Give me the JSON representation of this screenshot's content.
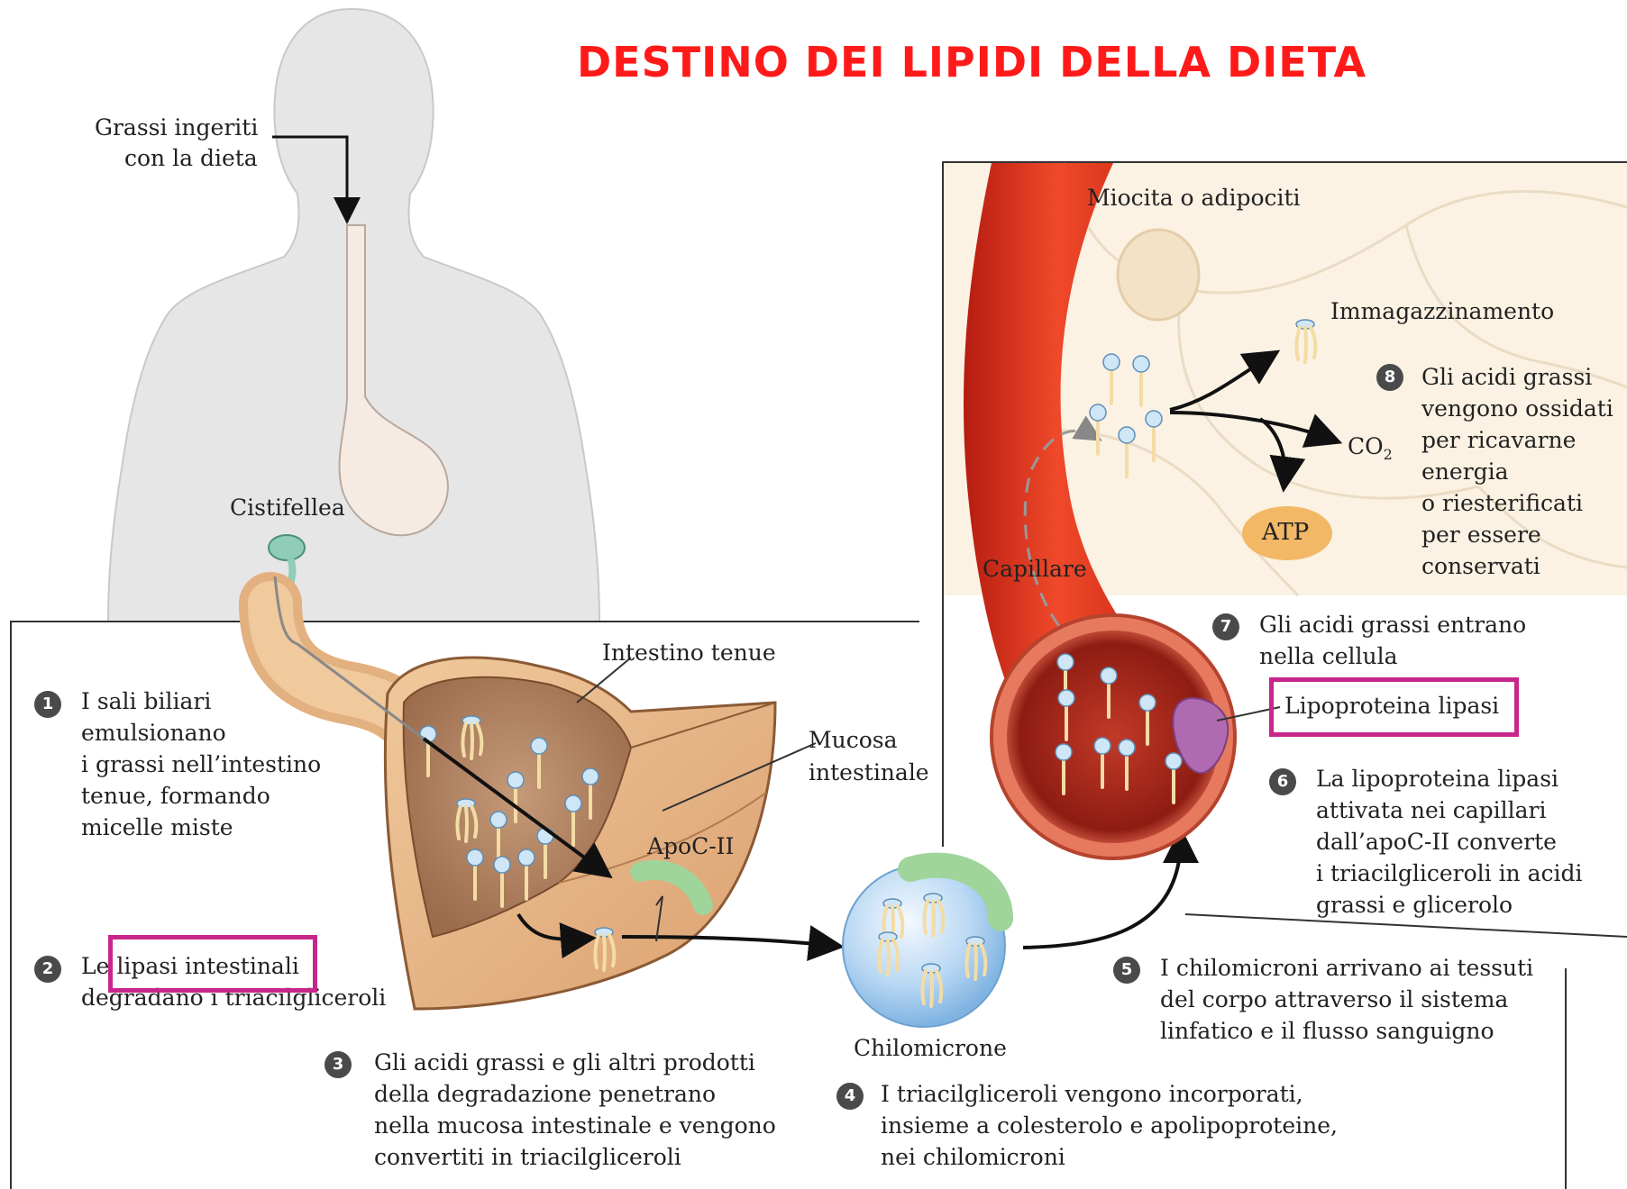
{
  "title": "DESTINO DEI LIPIDI DELLA DIETA",
  "colors": {
    "title": "#ff1a1a",
    "highlight_box": "#c8268a",
    "body_silhouette": "#e6e6e6",
    "capillary": "#e8321e",
    "cell_background": "#fbf2e3",
    "intestine": "#e8b98a",
    "atp": "#f2b866"
  },
  "labels": {
    "ingested_fats": [
      "Grassi ingeriti",
      "con la dieta"
    ],
    "gallbladder": "Cistifellea",
    "small_intestine": "Intestino tenue",
    "intestinal_mucosa": [
      "Mucosa",
      "intestinale"
    ],
    "apoc2": "ApoC-II",
    "chylomicron": "Chilomicrone",
    "capillary": "Capillare",
    "cells": "Miocita o adipociti",
    "storage": "Immagazzinamento",
    "co2": "CO",
    "co2_sub": "2",
    "atp": "ATP",
    "lipoprotein_lipase": "Lipoproteina lipasi"
  },
  "steps": [
    {
      "num": "1",
      "text": "I sali biliari\nemulsionano\ni grassi nell’intestino\ntenue, formando\nmicelle miste"
    },
    {
      "num": "2",
      "text": "Le lipasi intestinali\ndegradano i triacilgliceroli"
    },
    {
      "num": "3",
      "text": "Gli acidi grassi e gli altri prodotti\ndella degradazione penetrano\nnella mucosa intestinale e vengono\nconvertiti in triacilgliceroli"
    },
    {
      "num": "4",
      "text": "I triacilgliceroli vengono incorporati,\ninsieme a colesterolo e apolipoproteine,\nnei chilomicroni"
    },
    {
      "num": "5",
      "text": "I chilomicroni arrivano ai tessuti\ndel corpo attraverso il sistema\nlinfatico e il flusso sanguigno"
    },
    {
      "num": "6",
      "text": "La lipoproteina lipasi\nattivata nei capillari\ndall’apoC-II converte\ni triacilgliceroli in acidi\ngrassi e glicerolo"
    },
    {
      "num": "7",
      "text": "Gli acidi grassi entrano\nnella cellula"
    },
    {
      "num": "8",
      "text": "Gli acidi grassi\nvengono ossidati\nper ricavarne\nenergia\no riesterificati\nper essere\nconservati"
    }
  ]
}
